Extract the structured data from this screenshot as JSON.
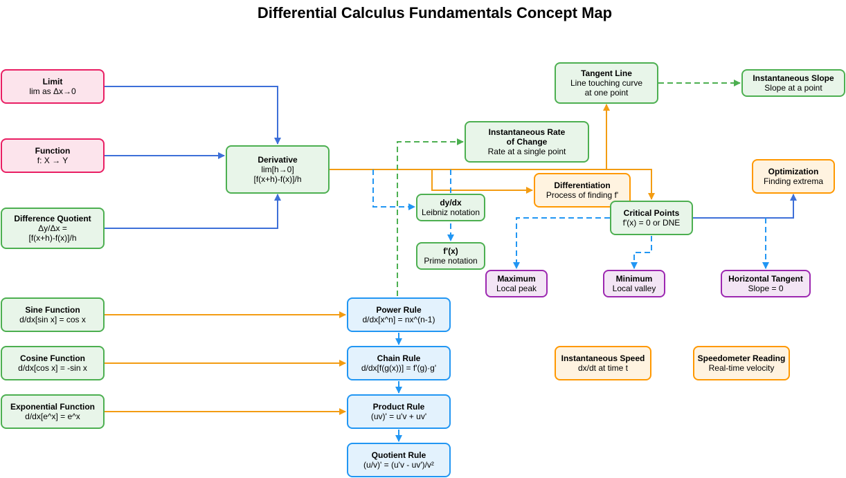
{
  "title": "Differential Calculus Fundamentals Concept Map",
  "colors": {
    "pink_fill": "#fce4ec",
    "pink_border": "#e91e63",
    "green_fill": "#e8f5e9",
    "green_border": "#4caf50",
    "blue_fill": "#e3f2fd",
    "blue_border": "#2196f3",
    "orange_fill": "#fff3e0",
    "orange_border": "#ff9800",
    "purple_fill": "#f3e5f5",
    "purple_border": "#9c27b0",
    "edge_blue": "#3d6fd8",
    "edge_orange": "#f39c12",
    "edge_green": "#4caf50",
    "edge_dashed_blue": "#2196f3"
  },
  "nodes": {
    "limit": {
      "title": "Limit",
      "sub": "lim as Δx→0"
    },
    "function": {
      "title": "Function",
      "sub": "f: X → Y"
    },
    "difference_quotient": {
      "title": "Difference Quotient",
      "sub": "Δy/Δx =\n[f(x+h)-f(x)]/h"
    },
    "derivative": {
      "title": "Derivative",
      "sub": "lim[h→0]\n[f(x+h)-f(x)]/h"
    },
    "instantaneous_rate": {
      "title": "Instantaneous Rate\nof Change",
      "sub": "Rate at a single point"
    },
    "tangent_line": {
      "title": "Tangent Line",
      "sub": "Line touching curve\nat one point"
    },
    "instantaneous_slope": {
      "title": "Instantaneous Slope",
      "sub": "Slope at a point"
    },
    "differentiation": {
      "title": "Differentiation",
      "sub": "Process of finding f'"
    },
    "optimization": {
      "title": "Optimization",
      "sub": "Finding extrema"
    },
    "dydx": {
      "title": "dy/dx",
      "sub": "Leibniz notation"
    },
    "fprime": {
      "title": "f'(x)",
      "sub": "Prime notation"
    },
    "critical_points": {
      "title": "Critical Points",
      "sub": "f'(x) = 0 or DNE"
    },
    "maximum": {
      "title": "Maximum",
      "sub": "Local peak"
    },
    "minimum": {
      "title": "Minimum",
      "sub": "Local valley"
    },
    "horizontal_tangent": {
      "title": "Horizontal Tangent",
      "sub": "Slope = 0"
    },
    "sine_function": {
      "title": "Sine Function",
      "sub": "d/dx[sin x] = cos x"
    },
    "cosine_function": {
      "title": "Cosine Function",
      "sub": "d/dx[cos x] = -sin x"
    },
    "exponential_function": {
      "title": "Exponential Function",
      "sub": "d/dx[e^x] = e^x"
    },
    "power_rule": {
      "title": "Power Rule",
      "sub": "d/dx[x^n] = nx^(n-1)"
    },
    "chain_rule": {
      "title": "Chain Rule",
      "sub": "d/dx[f(g(x))] = f'(g)·g'"
    },
    "product_rule": {
      "title": "Product Rule",
      "sub": "(uv)' = u'v + uv'"
    },
    "quotient_rule": {
      "title": "Quotient Rule",
      "sub": "(u/v)' = (u'v - uv')/v²"
    },
    "instantaneous_speed": {
      "title": "Instantaneous Speed",
      "sub": "dx/dt at time t"
    },
    "speedometer": {
      "title": "Speedometer Reading",
      "sub": "Real-time velocity"
    }
  }
}
